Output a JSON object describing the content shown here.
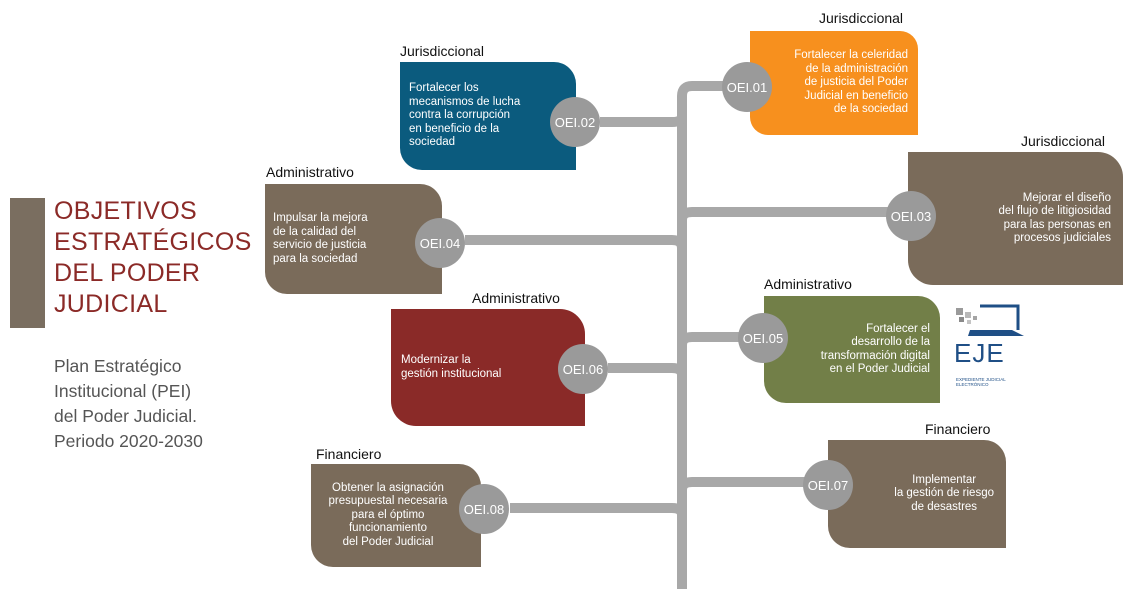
{
  "title": {
    "lines": [
      "OBJETIVOS",
      "ESTRATÉGICOS",
      "DEL PODER",
      "JUDICIAL"
    ]
  },
  "subtitle": {
    "lines": [
      "Plan Estratégico",
      "Institucional (PEI)",
      "del Poder Judicial.",
      "Periodo 2020-2030"
    ]
  },
  "objectives": [
    {
      "code": "OEI.01",
      "category": "Jurisdiccional",
      "text": "Fortalecer la celeridad\nde la administración\nde justicia del Poder\nJudicial en beneficio\nde la sociedad",
      "color": "#f7901e"
    },
    {
      "code": "OEI.02",
      "category": "Jurisdiccional",
      "text": "Fortalecer los\nmecanismos de lucha\ncontra la corrupción\nen beneficio de la\nsociedad",
      "color": "#0b5b7e"
    },
    {
      "code": "OEI.03",
      "category": "Jurisdiccional",
      "text": "Mejorar el diseño\ndel flujo de litigiosidad\npara las personas en\nprocesos judiciales",
      "color": "#7a6b5a"
    },
    {
      "code": "OEI.04",
      "category": "Administrativo",
      "text": "Impulsar la mejora\nde la calidad del\nservicio de justicia\npara la sociedad",
      "color": "#7a6b5a"
    },
    {
      "code": "OEI.05",
      "category": "Administrativo",
      "text": "Fortalecer el\ndesarrollo de la\ntransformación digital\nen el Poder Judicial",
      "color": "#727f48"
    },
    {
      "code": "OEI.06",
      "category": "Administrativo",
      "text": "Modernizar la\ngestión institucional",
      "color": "#8a2a28"
    },
    {
      "code": "OEI.07",
      "category": "Financiero",
      "text": "Implementar\nla gestión de riesgo\nde desastres",
      "color": "#7a6b5a"
    },
    {
      "code": "OEI.08",
      "category": "Financiero",
      "text": "Obtener la asignación\npresupuestal necesaria\npara el óptimo\nfuncionamiento\ndel Poder Judicial",
      "color": "#7a6b5a"
    }
  ],
  "logo": {
    "word": "EJE",
    "caption": "EXPEDIENTE JUDICIAL ELECTRÓNICO"
  },
  "colors": {
    "title": "#8b2a27",
    "tree": "#a8a8a8",
    "circle": "#9a9a9a"
  }
}
